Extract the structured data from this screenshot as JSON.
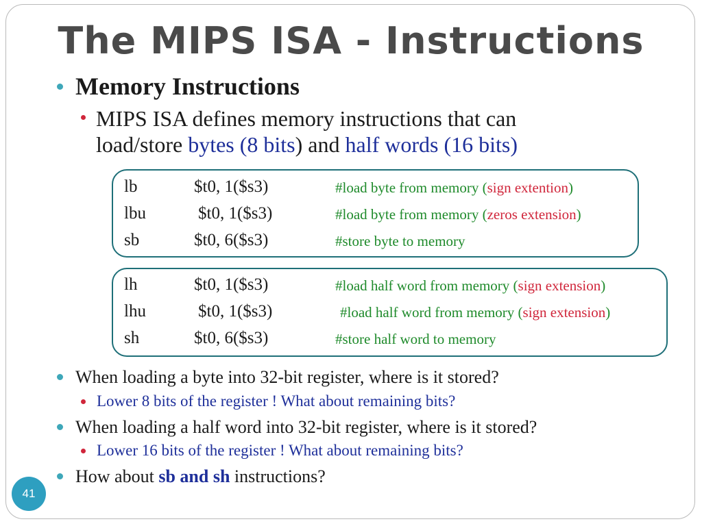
{
  "slide": {
    "title": "The MIPS ISA - Instructions",
    "heading": "Memory Instructions",
    "intro": {
      "part1": "MIPS ISA defines memory instructions that can",
      "part2": "load/store ",
      "bytes": "bytes (8 bits",
      "part3": ") and ",
      "halfwords": "half words (16 bits)"
    },
    "box1": [
      {
        "op": "lb",
        "args": "$t0, 1($s3)",
        "comment_pre": "#load byte from memory (",
        "comment_red": "sign extention",
        "comment_post": ")"
      },
      {
        "op": "lbu",
        "args": "$t0, 1($s3)",
        "comment_pre": "#load byte from memory (",
        "comment_red": "zeros extension",
        "comment_post": ")"
      },
      {
        "op": "sb",
        "args": "$t0, 6($s3)",
        "comment_pre": "#store byte to  memory",
        "comment_red": "",
        "comment_post": ""
      }
    ],
    "box2": [
      {
        "op": "lh",
        "args": "$t0, 1($s3)",
        "comment_pre": "#load half word from memory (",
        "comment_red": "sign extension",
        "comment_post": ")"
      },
      {
        "op": "lhu",
        "args": "$t0, 1($s3)",
        "comment_pre": "#load half word from memory (",
        "comment_red": "sign extension",
        "comment_post": ")"
      },
      {
        "op": "sh",
        "args": "$t0, 6($s3)",
        "comment_pre": "#store half word to  memory",
        "comment_red": "",
        "comment_post": ""
      }
    ],
    "q1": "When loading a byte into 32-bit register, where is it stored?",
    "a1": "Lower 8 bits of the register !  What about remaining bits?",
    "q2": "When loading a half word into 32-bit register, where is it stored?",
    "a2": "Lower 16 bits of the register ! What about remaining bits?",
    "q3_pre": "How about ",
    "q3_bold": "sb and sh",
    "q3_post": " instructions?",
    "page_number": "41"
  },
  "colors": {
    "bullet_teal": "#3ea7b9",
    "bullet_red": "#d0263b",
    "link_blue": "#1e2f9a",
    "comment_green": "#1e8a2a",
    "box_border": "#1e6f78"
  }
}
